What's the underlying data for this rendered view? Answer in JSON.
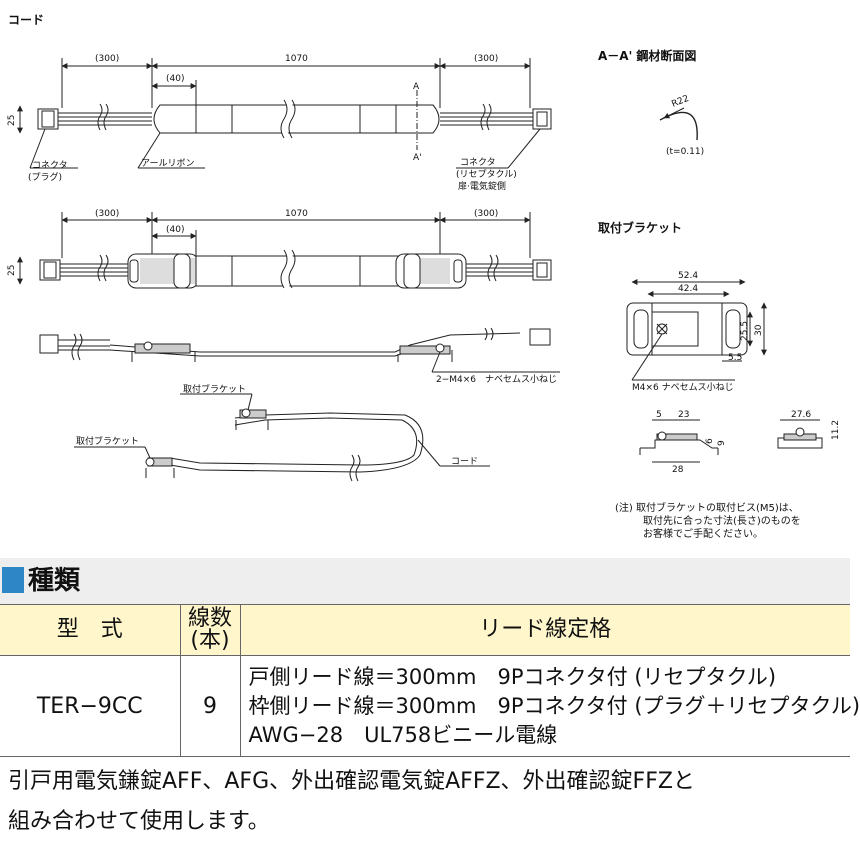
{
  "drawing": {
    "label_cord": "コード",
    "dim_300": "(300)",
    "dim_1070": "1070",
    "dim_40": "(40)",
    "dim_25": "25",
    "section_a": "A",
    "section_a_prime": "A'",
    "label_connector_plug": "コネクタ\n(プラグ)",
    "label_arl_ribbon": "アールリボン",
    "label_connector_receptacle": "コネクタ\n(リセプタクル)\n扉·電気錠側",
    "section_title": "A－A' 鋼材断面図",
    "radius_label": "R22",
    "thickness_label": "(t=0.11)",
    "bracket_title": "取付ブラケット",
    "screw_label": "2−M4×6　ナベセムス小ねじ",
    "bracket_label": "取付ブラケット",
    "cord_label": "コード",
    "bracket_dims": {
      "w_outer": "52.4",
      "w_inner": "42.4",
      "h_25_5": "25.5",
      "h_30": "30",
      "d_5_5": "5.5",
      "screw": "M4×6 ナベセムス小ねじ",
      "d_5": "5",
      "d_23": "23",
      "d_28": "28",
      "d_6": "6",
      "d_9": "9",
      "d_27_6": "27.6",
      "d_11_2": "11.2"
    },
    "note": "(注) 取付ブラケットの取付ビス(M5)は、\n取付先に合った寸法(長さ)のものを\nお客様でご手配ください。"
  },
  "section": {
    "title": "種類"
  },
  "table": {
    "headers": {
      "model": "型　式",
      "wire_count": "線数\n(本)",
      "lead_spec": "リード線定格"
    },
    "rows": [
      {
        "model": "TER−9CC",
        "wire_count": "9",
        "lead_spec": [
          "戸側リード線＝300mm　9Pコネクタ付 (リセプタクル)",
          "枠側リード線＝300mm　9Pコネクタ付 (プラグ＋リセプタクル)",
          "AWG−28　UL758ビニール電線"
        ]
      }
    ]
  },
  "description": [
    "引戸用電気鎌錠AFF、AFG、外出確認電気錠AFFZ、外出確認錠FFZと",
    "組み合わせて使用します。"
  ]
}
